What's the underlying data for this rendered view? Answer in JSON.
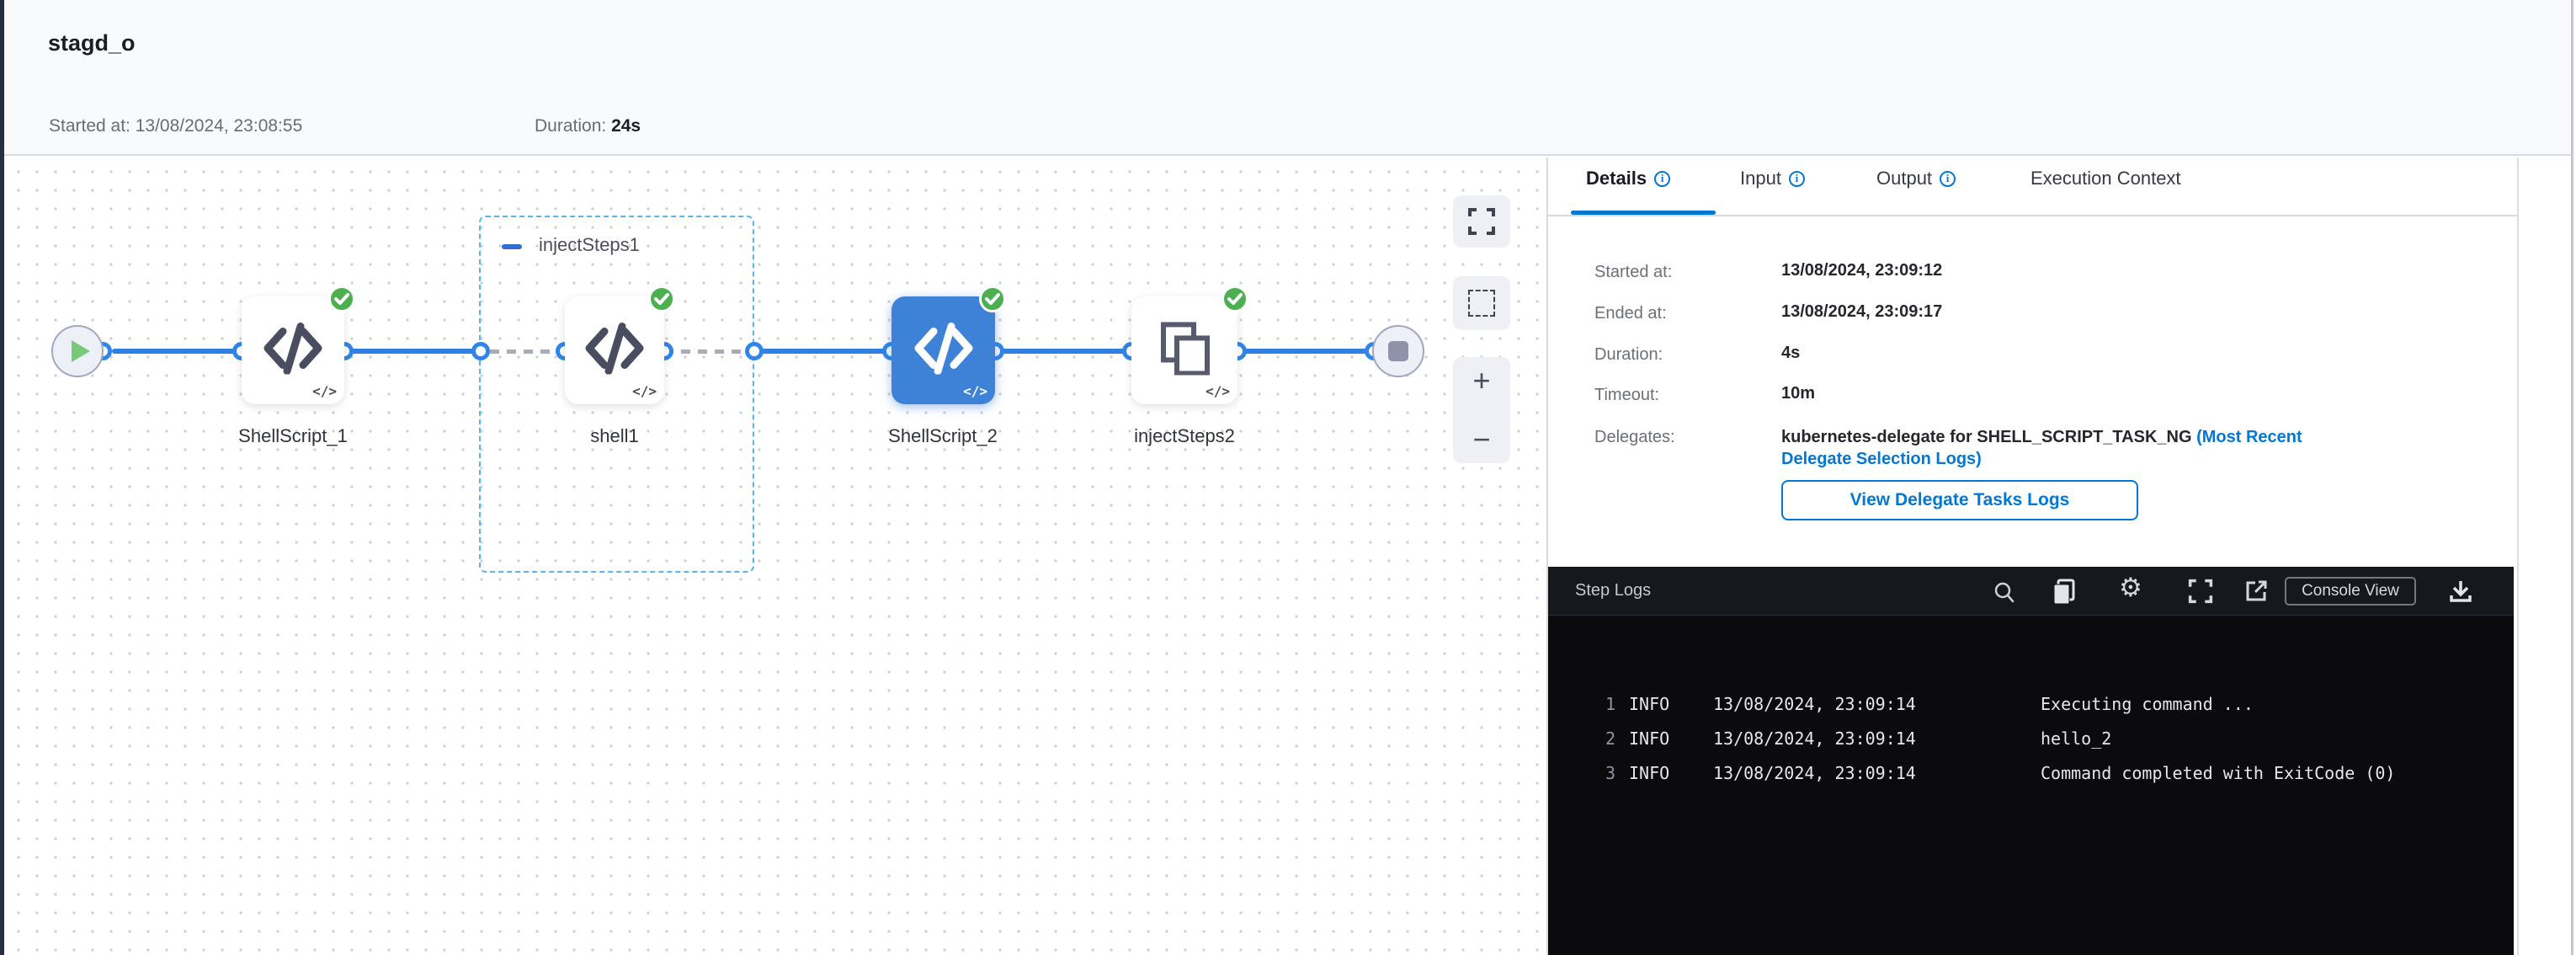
{
  "colors": {
    "accent_blue": "#0278d5",
    "node_selected_blue": "#3e82d8",
    "edge_blue": "#2f80e2",
    "success_green": "#4caf50",
    "group_border_blue": "#5ab4e9",
    "log_bg": "#0b0b0e"
  },
  "icons": {
    "start": "play-icon",
    "end": "stop-icon",
    "step": "code-icon",
    "step_group": "copy-icon",
    "code_mini": "</>",
    "zoom_in": "+",
    "zoom_out": "−",
    "settings_glyph": "⚙",
    "info_glyph": "i"
  },
  "header": {
    "title": "stagd_o",
    "started_label": "Started at:",
    "started_value": "13/08/2024, 23:08:55",
    "duration_label": "Duration:",
    "duration_value": "24s"
  },
  "pipeline": {
    "group1_label": "injectSteps1",
    "node1_label": "ShellScript_1",
    "node2_label": "shell1",
    "node3_label": "ShellScript_2",
    "node4_label": "injectSteps2"
  },
  "panel": {
    "tabs": [
      {
        "label": "Details",
        "active": true,
        "info": true
      },
      {
        "label": "Input",
        "active": false,
        "info": true
      },
      {
        "label": "Output",
        "active": false,
        "info": true
      },
      {
        "label": "Execution Context",
        "active": false,
        "info": false
      }
    ],
    "details": {
      "rows": [
        {
          "label": "Started at:",
          "value": "13/08/2024, 23:09:12"
        },
        {
          "label": "Ended at:",
          "value": "13/08/2024, 23:09:17"
        },
        {
          "label": "Duration:",
          "value": "4s"
        },
        {
          "label": "Timeout:",
          "value": "10m"
        }
      ],
      "delegates_label": "Delegates:",
      "delegates_value": "kubernetes-delegate for SHELL_SCRIPT_TASK_NG ",
      "delegates_link": "(Most Recent Delegate Selection Logs)",
      "view_logs_button": "View Delegate Tasks Logs"
    },
    "logs": {
      "title": "Step Logs",
      "console_view_label": "Console View",
      "lines": [
        {
          "num": "1",
          "level": "INFO",
          "time": "13/08/2024, 23:09:14",
          "msg": "Executing command ..."
        },
        {
          "num": "2",
          "level": "INFO",
          "time": "13/08/2024, 23:09:14",
          "msg": "hello_2"
        },
        {
          "num": "3",
          "level": "INFO",
          "time": "13/08/2024, 23:09:14",
          "msg": "Command completed with ExitCode (0)"
        }
      ]
    }
  }
}
